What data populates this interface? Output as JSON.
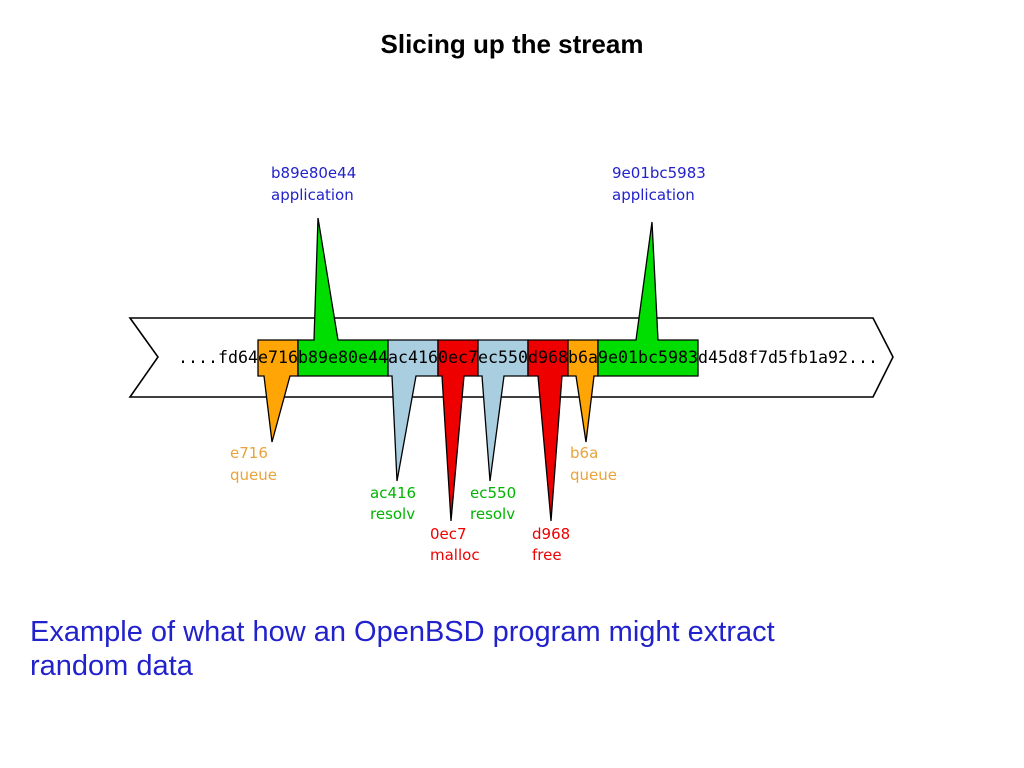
{
  "title": "Slicing up the stream",
  "caption": {
    "line1": "Example of what how an OpenBSD program might extract",
    "line2": "random data",
    "color": "#2222cc"
  },
  "stream": {
    "prefix": "....fd64",
    "suffix": "d45d8f7d5fb1a92...",
    "segments": [
      {
        "hex": "e716",
        "owner": "queue",
        "fill": "#ffa505",
        "label_color": "#e9a33b"
      },
      {
        "hex": "b89e80e44",
        "owner": "application",
        "fill": "#00dd00",
        "label_color": "#2222cc"
      },
      {
        "hex": "ac416",
        "owner": "resolv",
        "fill": "#a8cee0",
        "label_color": "#00b400"
      },
      {
        "hex": "0ec7",
        "owner": "malloc",
        "fill": "#ee0000",
        "label_color": "#ee0000"
      },
      {
        "hex": "ec550",
        "owner": "resolv",
        "fill": "#a8cee0",
        "label_color": "#00b400"
      },
      {
        "hex": "d968",
        "owner": "free",
        "fill": "#ee0000",
        "label_color": "#ee0000"
      },
      {
        "hex": "b6a",
        "owner": "queue",
        "fill": "#ffa505",
        "label_color": "#e9a33b"
      },
      {
        "hex": "9e01bc5983",
        "owner": "application",
        "fill": "#00dd00",
        "label_color": "#2222cc"
      }
    ]
  }
}
